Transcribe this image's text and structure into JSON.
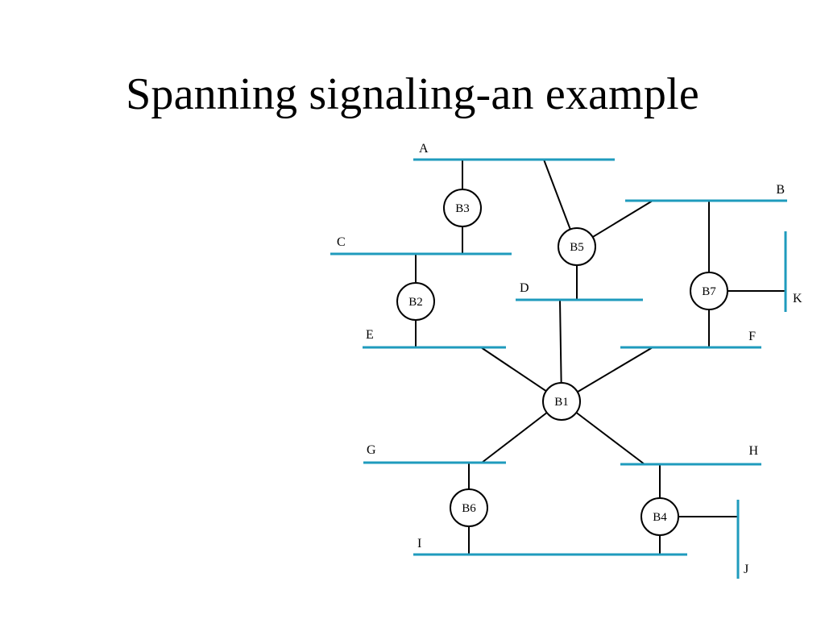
{
  "title": "Spanning signaling-an  example",
  "colors": {
    "lan": "#1f9bbd",
    "link": "#000000",
    "text": "#000000"
  },
  "lans": [
    {
      "id": "A",
      "label": "A"
    },
    {
      "id": "B",
      "label": "B"
    },
    {
      "id": "C",
      "label": "C"
    },
    {
      "id": "D",
      "label": "D"
    },
    {
      "id": "E",
      "label": "E"
    },
    {
      "id": "F",
      "label": "F"
    },
    {
      "id": "G",
      "label": "G"
    },
    {
      "id": "H",
      "label": "H"
    },
    {
      "id": "I",
      "label": "I"
    },
    {
      "id": "J",
      "label": "J"
    },
    {
      "id": "K",
      "label": "K"
    }
  ],
  "bridges": [
    {
      "id": "B1",
      "label": "B1"
    },
    {
      "id": "B2",
      "label": "B2"
    },
    {
      "id": "B3",
      "label": "B3"
    },
    {
      "id": "B4",
      "label": "B4"
    },
    {
      "id": "B5",
      "label": "B5"
    },
    {
      "id": "B6",
      "label": "B6"
    },
    {
      "id": "B7",
      "label": "B7"
    }
  ],
  "connections": [
    {
      "bridge": "B3",
      "lan": "A"
    },
    {
      "bridge": "B3",
      "lan": "C"
    },
    {
      "bridge": "B5",
      "lan": "A"
    },
    {
      "bridge": "B5",
      "lan": "B"
    },
    {
      "bridge": "B5",
      "lan": "D"
    },
    {
      "bridge": "B7",
      "lan": "B"
    },
    {
      "bridge": "B7",
      "lan": "K"
    },
    {
      "bridge": "B7",
      "lan": "F"
    },
    {
      "bridge": "B2",
      "lan": "C"
    },
    {
      "bridge": "B2",
      "lan": "E"
    },
    {
      "bridge": "B1",
      "lan": "D"
    },
    {
      "bridge": "B1",
      "lan": "E"
    },
    {
      "bridge": "B1",
      "lan": "F"
    },
    {
      "bridge": "B1",
      "lan": "G"
    },
    {
      "bridge": "B1",
      "lan": "H"
    },
    {
      "bridge": "B6",
      "lan": "G"
    },
    {
      "bridge": "B6",
      "lan": "I"
    },
    {
      "bridge": "B4",
      "lan": "H"
    },
    {
      "bridge": "B4",
      "lan": "I"
    },
    {
      "bridge": "B4",
      "lan": "J"
    }
  ]
}
